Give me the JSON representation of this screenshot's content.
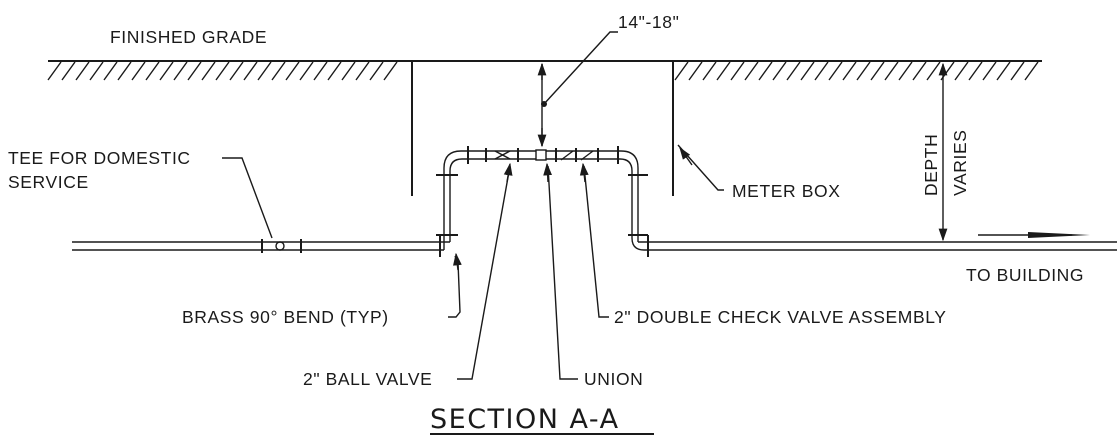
{
  "labels": {
    "finished_grade": "FINISHED GRADE",
    "clearance": "14\"-18\"",
    "tee_line1": "TEE FOR DOMESTIC",
    "tee_line2": "SERVICE",
    "meter_box": "METER BOX",
    "depth": "DEPTH",
    "varies": "VARIES",
    "to_building": "TO BUILDING",
    "brass_bend": "BRASS 90° BEND (TYP)",
    "double_check": "2\" DOUBLE CHECK VALVE ASSEMBLY",
    "ball_valve": "2\" BALL VALVE",
    "union": "UNION",
    "section_title": "SECTION A-A"
  },
  "colors": {
    "ink": "#1a1a1a",
    "background": "#ffffff"
  }
}
